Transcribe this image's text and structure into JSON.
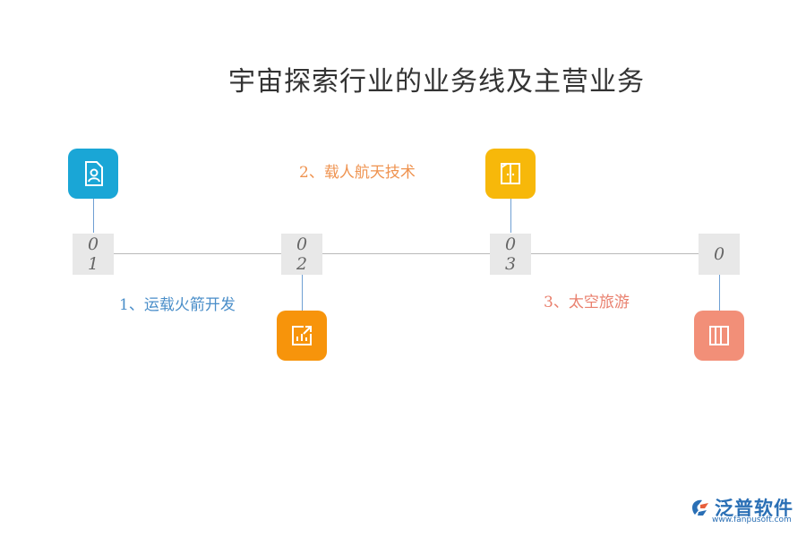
{
  "title": "宇宙探索行业的业务线及主营业务",
  "steps": [
    {
      "num_top": "0",
      "num_bottom": "1",
      "label": "1、运载火箭开发",
      "icon": "document-user-icon",
      "color": "#1aa6d6",
      "label_color": "#4a8ec9"
    },
    {
      "num_top": "0",
      "num_bottom": "2",
      "label": "2、载人航天技术",
      "icon": "chart-export-icon",
      "color": "#f7940b",
      "label_color": "#ef9350"
    },
    {
      "num_top": "0",
      "num_bottom": "3",
      "label": "3、太空旅游",
      "icon": "door-panel-icon",
      "color": "#f7b80a",
      "label_color": "#e9806e"
    },
    {
      "num_top": "0",
      "num_bottom": "",
      "label": "",
      "icon": "columns-icon",
      "color": "#f28f78",
      "label_color": ""
    }
  ],
  "logo": {
    "name": "泛普软件",
    "url": "www.fanpusoft.com",
    "icon": "fanpu-logo-icon",
    "color": "#2a6fb5"
  }
}
